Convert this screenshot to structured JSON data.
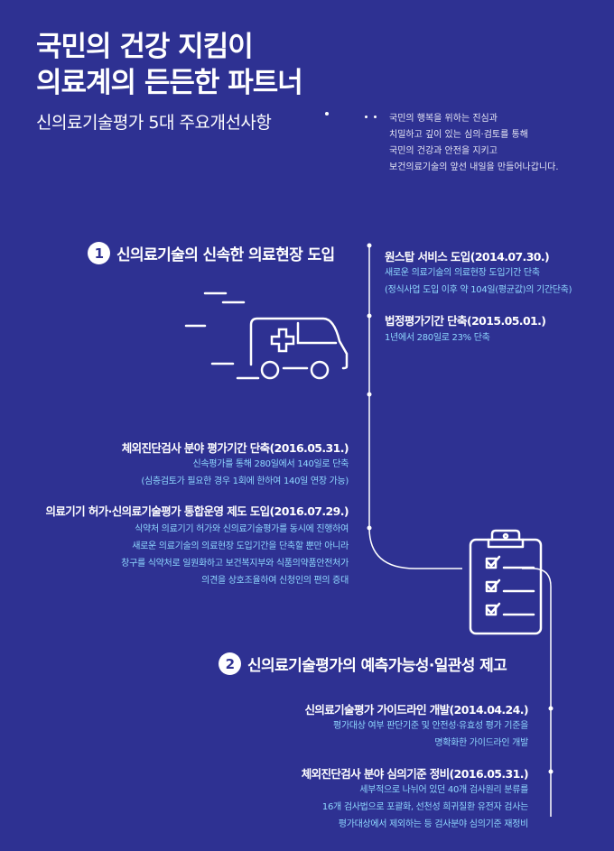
{
  "header": {
    "title_line1": "국민의 건강 지킴이",
    "title_line2": "의료계의 든든한 파트너",
    "subtitle": "신의료기술평가 5대 주요개선사항",
    "intro_lines": [
      "국민의 행복을 위하는 진심과",
      "치밀하고 깊이 있는 심의·검토를 통해",
      "국민의 건강과 안전을 지키고",
      "보건의료기술의 앞선 내일을 만들어나갑니다."
    ]
  },
  "section1": {
    "number": "1",
    "title": "신의료기술의 신속한 의료현장 도입",
    "items": [
      {
        "title": "원스탑 서비스 도입(2014.07.30.)",
        "desc": [
          "새로운 의료기술의 의료현장 도입기간 단축",
          "(정식사업 도입 이후 약 104일(평균값)의 기간단축)"
        ]
      },
      {
        "title": "법정평가기간 단축(2015.05.01.)",
        "desc": [
          "1년에서 280일로 23% 단축"
        ]
      },
      {
        "title": "체외진단검사 분야 평가기간 단축(2016.05.31.)",
        "desc": [
          "신속평가를 통해 280일에서 140일로 단축",
          "(심층검토가 필요한 경우 1회에 한하여 140일 연장 가능)"
        ]
      },
      {
        "title": "의료기기 허가·신의료기술평가 통합운영 제도 도입(2016.07.29.)",
        "desc": [
          "식약처 의료기기 허가와 신의료기술평가를 동시에 진행하여",
          "새로운 의료기술의 의료현장 도입기간을 단축할 뿐만 아니라",
          "창구를 식약처로 일원화하고 보건복지부와 식품의약품안전처가",
          "의견을 상호조율하여 신청인의 편의 증대"
        ]
      }
    ]
  },
  "section2": {
    "number": "2",
    "title": "신의료기술평가의 예측가능성·일관성 제고",
    "items": [
      {
        "title": "신의료기술평가 가이드라인 개발(2014.04.24.)",
        "desc": [
          "평가대상 여부 판단기준 및 안전성·유효성 평가 기준을",
          "명확화한 가이드라인 개발"
        ]
      },
      {
        "title": "체외진단검사 분야 심의기준 정비(2016.05.31.)",
        "desc": [
          "세부적으로 나뉘어 있던 40개 검사원리 분류를",
          "16개 검사법으로 포괄화, 선천성 희귀질환 유전자 검사는",
          "평가대상에서 제외하는 등 검사분야 심의기준 재정비"
        ]
      }
    ]
  },
  "icons": [
    "ambulance-icon",
    "clipboard-checklist-icon"
  ],
  "colors": {
    "background": "#2e3192",
    "accent_text": "#8fd8ff",
    "text": "#ffffff"
  }
}
